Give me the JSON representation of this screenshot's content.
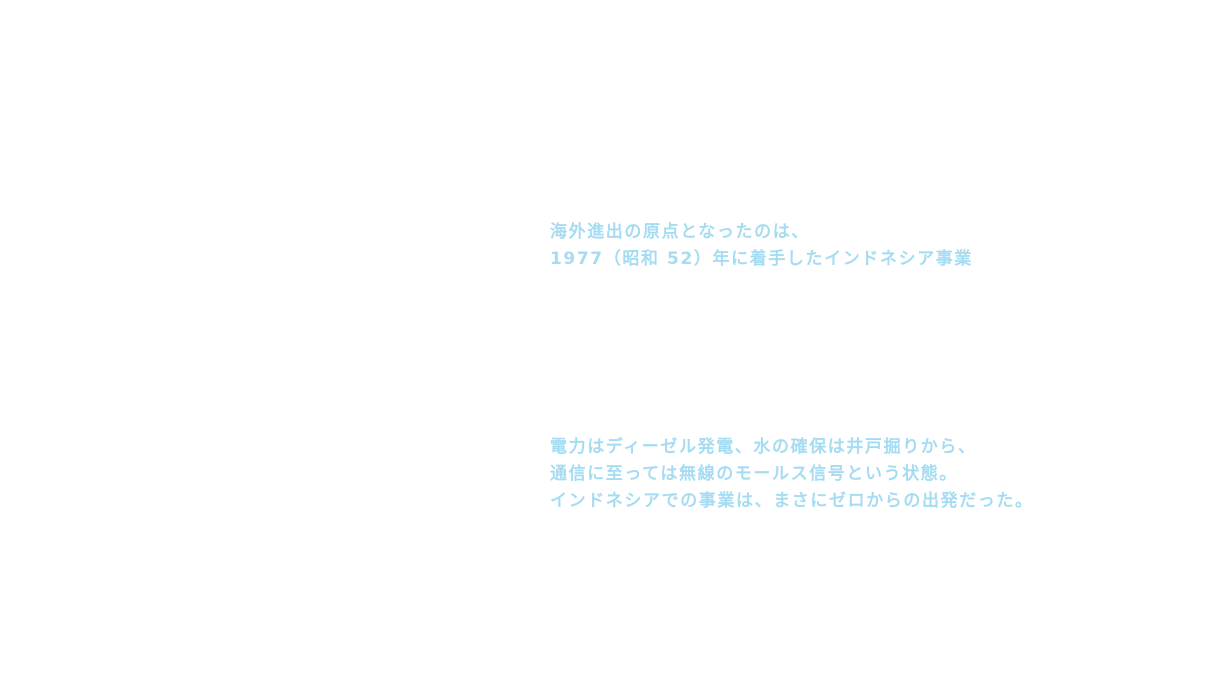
{
  "colors": {
    "background": "#ffffff",
    "text": "#a6dcf2"
  },
  "intro": {
    "lines": [
      "海外進出の原点となったのは、",
      "1977（昭和 52）年に着手したインドネシア事業"
    ]
  },
  "detail": {
    "lines": [
      "電力はディーゼル発電、水の確保は井戸掘りから、",
      "通信に至っては無線のモールス信号という状態。",
      "インドネシアでの事業は、まさにゼロからの出発だった。"
    ]
  }
}
